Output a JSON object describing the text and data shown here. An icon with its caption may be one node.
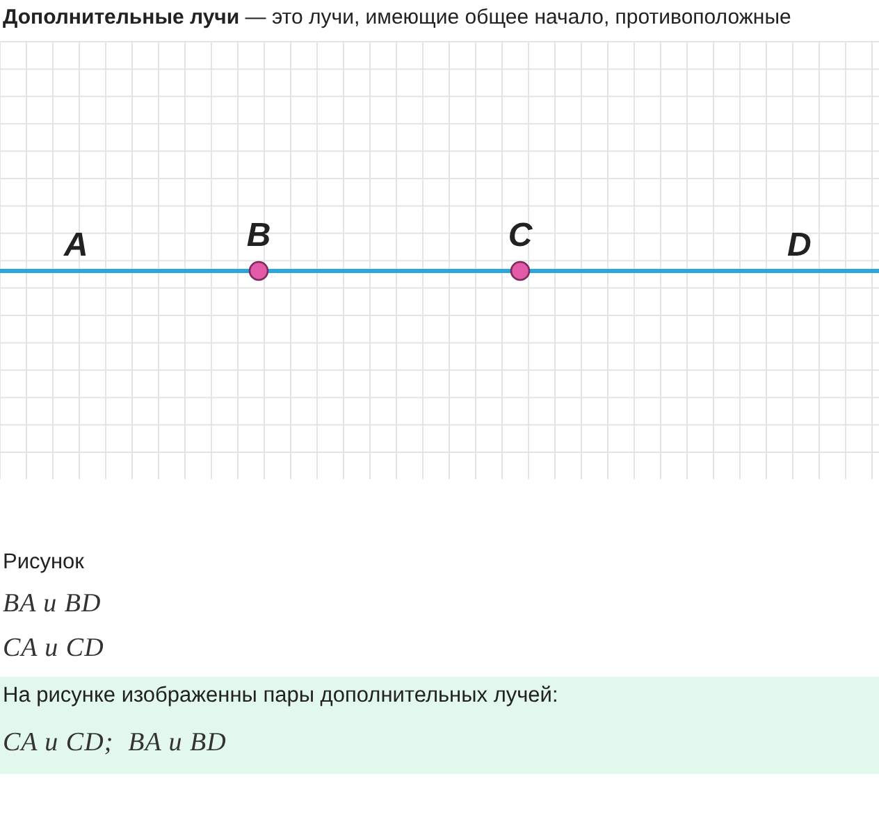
{
  "diagram": {
    "nodes": [
      {
        "text": [
          "B"
        ]
      },
      {
        "text": [
          "C"
        ]
      }
    ],
    "edges": [
      {
        "from": 0,
        "to": 1,
        "arrow": "none"
      }
    ],
    "labels": [
      "**Дополнительные лучи** — это лучи, имеющие общее начало, противоположные",
      "A",
      "D",
      "Рисунок",
      "BA и BD",
      "CA и CD",
      "На рисунке изображенны пары дополнительных лучей:",
      "CA и CD;  BA и BD"
    ]
  }
}
